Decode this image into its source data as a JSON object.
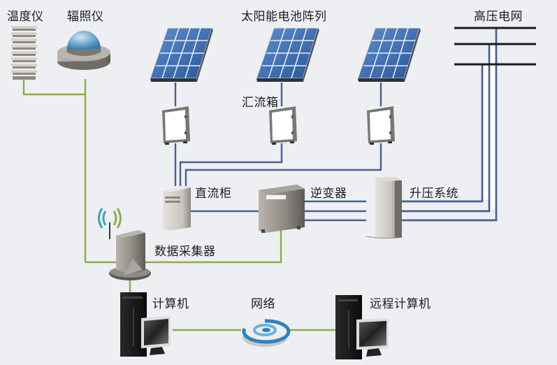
{
  "title": "光伏发电监控系统示意图",
  "labels": {
    "thermometer": "温度仪",
    "irradiance": "辐照仪",
    "pv_array": "太阳能电池阵列",
    "grid": "高压电网",
    "combiner_box": "汇流箱",
    "dc_cabinet": "直流柜",
    "inverter": "逆变器",
    "booster": "升压系统",
    "data_collector": "数据采集器",
    "computer": "计算机",
    "network": "网络",
    "remote_computer": "远程计算机"
  },
  "colors": {
    "background": "#eeeff3",
    "power_line": "#4a5f8f",
    "data_line": "#8fa94a",
    "grid_line": "#1a1a1a",
    "panel": "#3c6aa8",
    "wifi_left": "#3fa0b8",
    "wifi_right": "#86b04a"
  },
  "icons": {
    "network": "at-sign-icon"
  }
}
